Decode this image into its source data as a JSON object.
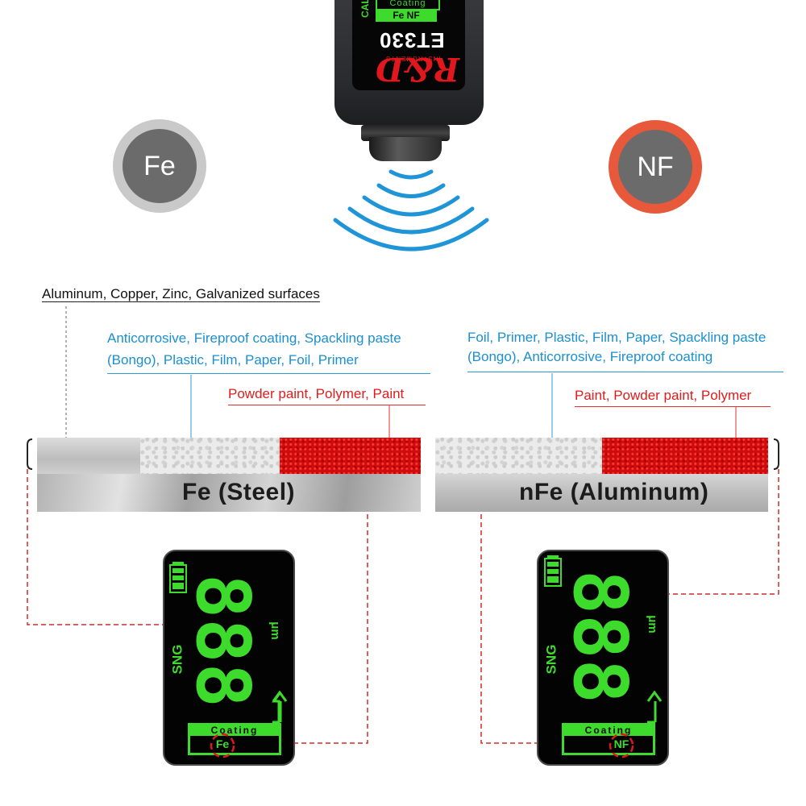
{
  "meter": {
    "calibration_label": "CAL",
    "screen_coating_label": "Coating",
    "screen_mode_label": "Fe NF",
    "model": "ET330",
    "brand": "R&D",
    "brand_sub": "INSTRUMENTS"
  },
  "badges": {
    "fe": "Fe",
    "nf": "NF"
  },
  "labels": {
    "metallic_coatings": "Aluminum, Copper, Zinc, Galvanized surfaces",
    "fe_nonmetal_line1": "Anticorrosive, Fireproof coating, Spackling paste",
    "fe_nonmetal_line2": "(Bongo), Plastic, Film, Paper, Foil, Primer",
    "fe_paint": "Powder paint, Polymer, Paint",
    "nf_nonmetal_line1": "Foil, Primer, Plastic, Film, Paper, Spackling paste",
    "nf_nonmetal_line2": "(Bongo), Anticorrosive, Fireproof coating",
    "nf_paint": "Paint, Powder paint, Polymer"
  },
  "plates": {
    "fe": "Fe (Steel)",
    "nf": "nFe (Aluminum)"
  },
  "lcd_left": {
    "digits": "888",
    "unit": "μm",
    "sng": "SNG",
    "coating": "Coating",
    "mode": "Fe"
  },
  "lcd_right": {
    "digits": "888",
    "unit": "μm",
    "sng": "SNG",
    "coating": "Coating",
    "mode": "NF"
  },
  "colors": {
    "accent_blue": "#1b8fd0",
    "accent_red": "#e01b1b",
    "lcd_green": "#3ddc2c",
    "badge_nf_ring": "#e8593b"
  }
}
